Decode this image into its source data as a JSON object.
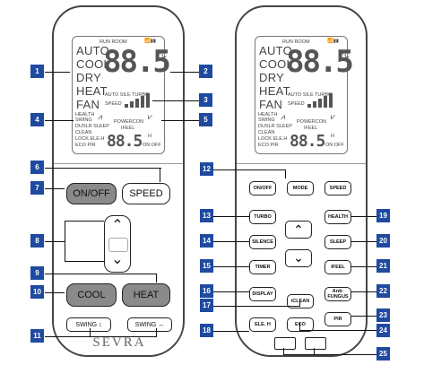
{
  "lcd_modes": [
    "AUTO",
    "COOL",
    "DRY",
    "HEAT",
    "FAN"
  ],
  "lcd_top": "RUN ROOM",
  "lcd_temp": "88.5",
  "lcd_unit": "°C",
  "lcd_fan_labels": "AUTO SILE TURBO",
  "lcd_speed": "SPEED",
  "lcd_left_labels": [
    "HEALTH",
    "SWING",
    "DUSLR SLEEP",
    "CLEAN",
    "LOCK ELE.H",
    "ECO PIR"
  ],
  "lcd_power": "POWERCON",
  "lcd_ifeel": "IFEEL",
  "lcd_timer": "88.5",
  "lcd_h": "H",
  "lcd_onoff": "ON OFF",
  "remote_left": {
    "speed": "SPEED",
    "onoff": "ON/OFF",
    "cool": "COOL",
    "heat": "HEAT",
    "swing_v": "SWING ↕",
    "swing_h": "SWING ↔",
    "brand": "SEVRA"
  },
  "remote_right": {
    "onoff": "ON/OFF",
    "mode": "MODE",
    "speed": "SPEED",
    "turbo": "TURBO",
    "health": "HEALTH",
    "silence": "SILENCE",
    "sleep": "SLEEP",
    "timer": "TIMER",
    "ifeel": "IFEEL",
    "display": "DISPLAY",
    "iclean": "iCLEAN",
    "antifungus": "Anti-FUNGUS",
    "eleh": "ELE. H",
    "eco": "ECO",
    "pir": "PIR"
  },
  "badges": [
    "1",
    "2",
    "3",
    "4",
    "5",
    "6",
    "7",
    "8",
    "9",
    "10",
    "11",
    "12",
    "13",
    "14",
    "15",
    "16",
    "17",
    "18",
    "19",
    "20",
    "21",
    "22",
    "23",
    "24",
    "25"
  ],
  "colors": {
    "badge": "#1f4aa0",
    "grey_button": "#8a8a8a"
  }
}
